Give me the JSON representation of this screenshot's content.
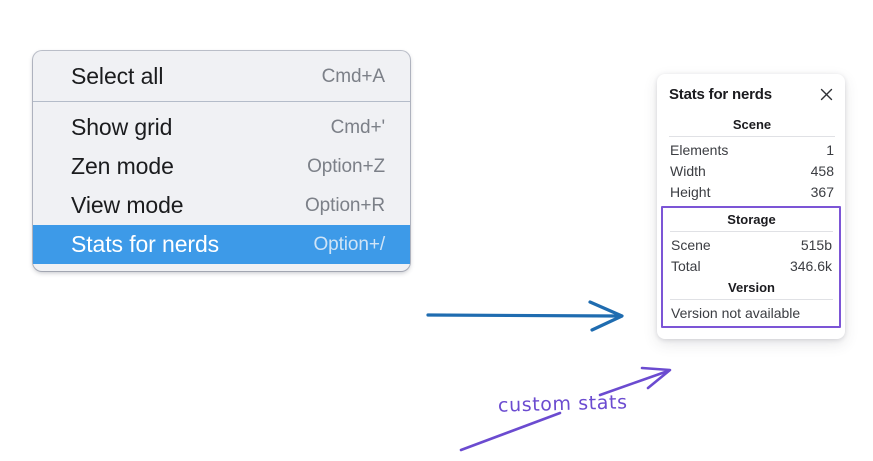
{
  "context_menu": {
    "groups": [
      {
        "items": [
          {
            "label": "Select all",
            "shortcut": "Cmd+A",
            "selected": false
          }
        ]
      },
      {
        "items": [
          {
            "label": "Show grid",
            "shortcut": "Cmd+'",
            "selected": false
          },
          {
            "label": "Zen mode",
            "shortcut": "Option+Z",
            "selected": false
          },
          {
            "label": "View mode",
            "shortcut": "Option+R",
            "selected": false
          },
          {
            "label": "Stats for nerds",
            "shortcut": "Option+/",
            "selected": true
          }
        ]
      }
    ],
    "selected_color": "#3d9ae8"
  },
  "stats_panel": {
    "title": "Stats for nerds",
    "close_icon": "close-icon",
    "scene": {
      "heading": "Scene",
      "rows": [
        {
          "label": "Elements",
          "value": "1"
        },
        {
          "label": "Width",
          "value": "458"
        },
        {
          "label": "Height",
          "value": "367"
        }
      ]
    },
    "storage": {
      "heading": "Storage",
      "rows": [
        {
          "label": "Scene",
          "value": "515b"
        },
        {
          "label": "Total",
          "value": "346.6k"
        }
      ]
    },
    "version": {
      "heading": "Version",
      "text": "Version not available"
    },
    "highlight_color": "#7c55d6"
  },
  "annotations": {
    "handwriting_label": "custom stats",
    "handwriting_color": "#6b4bd0",
    "arrow_color": "#1f6cb0"
  }
}
